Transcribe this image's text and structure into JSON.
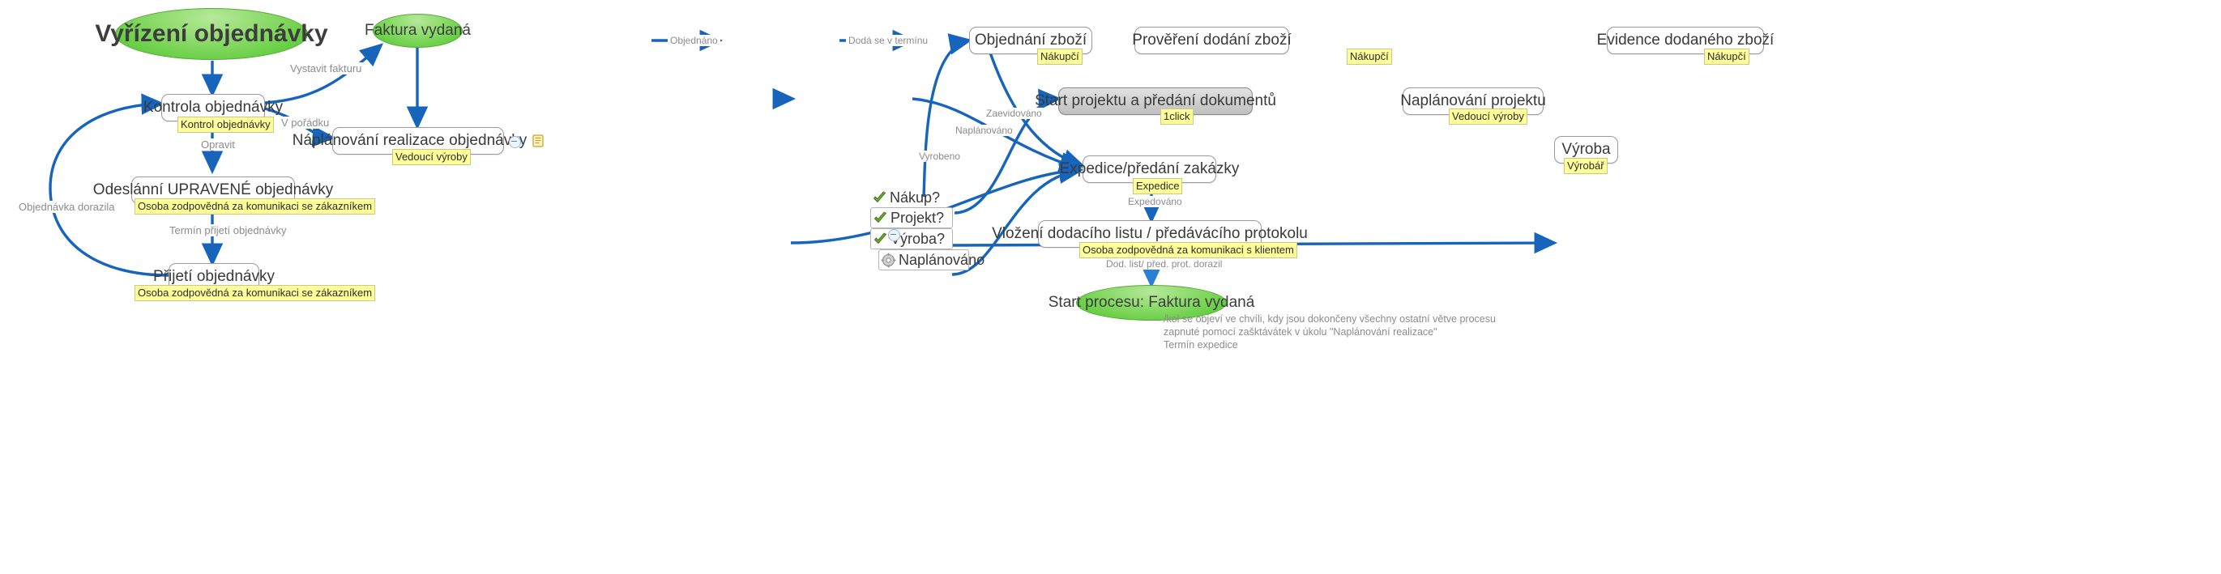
{
  "diagram": {
    "title": "Vyřízení objednávky",
    "type": "flowchart-mindmap",
    "accent_edge_color": "#1764bd",
    "start_fill": "#4cc629",
    "role_tag_fill": "#ffff99",
    "nodes": {
      "start_order": "Vyřízení objednávky",
      "invoice_issued": "Faktura vydaná",
      "order_check": "Kontrola objednávky",
      "send_corrected": "Odeslánní UPRAVENÉ objednávky",
      "accept_order": "Přijetí objednávky",
      "plan_realization": "Náplánování realizace objednávky",
      "order_goods": "Objednání zboží",
      "verify_delivery": "Prověření dodání zboží",
      "record_goods": "Evidence dodaného zboží",
      "project_start": "Start projektu a předání dokumentů",
      "project_plan": "Naplánování projektu",
      "production": "Výroba",
      "expedition": "Expedice/předání zakázky",
      "delivery_note": "Vložení dodacího listu / předávácího protokolu",
      "process_start_invoice": "Start procesu: Faktura vydaná"
    },
    "role_tags": {
      "order_check": "Kontrol objednávky",
      "send_corrected": "Osoba zodpovědná za komunikaci se zákazníkem",
      "accept_order": "Osoba zodpovědná za komunikaci se zákazníkem",
      "plan_realization": "Vedoucí výroby",
      "order_goods": "Nákupčí",
      "verify_delivery": "Nákupčí",
      "record_goods": "Nákupčí",
      "project_start": "1click",
      "project_plan": "Vedoucí výroby",
      "production": "Výrobář",
      "expedition": "Expedice",
      "delivery_note": "Osoba zodpovědná za komunikaci s klientem"
    },
    "edge_labels": {
      "issue_invoice": "Vystavit fakturu",
      "in_order": "V pořádku",
      "fix": "Opravit",
      "order_arrived": "Objednávka dorazila",
      "accept_term": "Termín přijetí objednávky",
      "ordered": "Objednáno",
      "delivered_in_term": "Dodá se v termínu",
      "recorded": "Zaevidováno",
      "planned": "Naplánováno",
      "produced": "Vyrobeno",
      "expedited": "Expedováno",
      "doc_arrived": "Dod. list/ před. prot. dorazil"
    },
    "checklist": {
      "items": [
        {
          "label": "Nákup?",
          "icon": "green-check-icon",
          "boxed": false
        },
        {
          "label": "Projekt?",
          "icon": "green-check-icon",
          "boxed": true
        },
        {
          "label": "Výroba?",
          "icon": "green-check-icon",
          "boxed": true
        },
        {
          "label": "Naplánováno",
          "icon": "gear-icon",
          "boxed": true
        }
      ]
    },
    "free_note": {
      "line1": "/kol se objeví ve chvíli, kdy jsou dokončeny všechny ostatní větve procesu",
      "line2": "zapnuté pomocí zašktávátek v úkolu \"Naplánování realizace\"",
      "line3": "Termín expedice"
    }
  }
}
